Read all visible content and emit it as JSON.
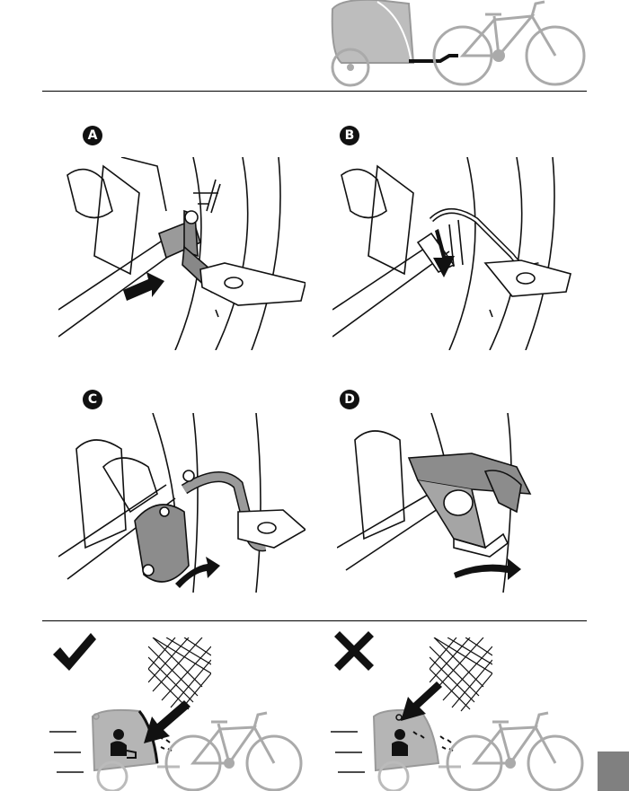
{
  "steps": [
    {
      "label": "A"
    },
    {
      "label": "B"
    },
    {
      "label": "C"
    },
    {
      "label": "D"
    }
  ],
  "illustrations": {
    "header": "bike-trailer-icon",
    "correct_mark": "check-icon",
    "wrong_mark": "cross-icon",
    "rain": "rain-hatch"
  },
  "colors": {
    "line": "#111111",
    "trailer_gray": "#b3b3b3",
    "bike_gray": "#999999",
    "hitch_gray": "#8c8c8c",
    "tab_gray": "#808080"
  }
}
